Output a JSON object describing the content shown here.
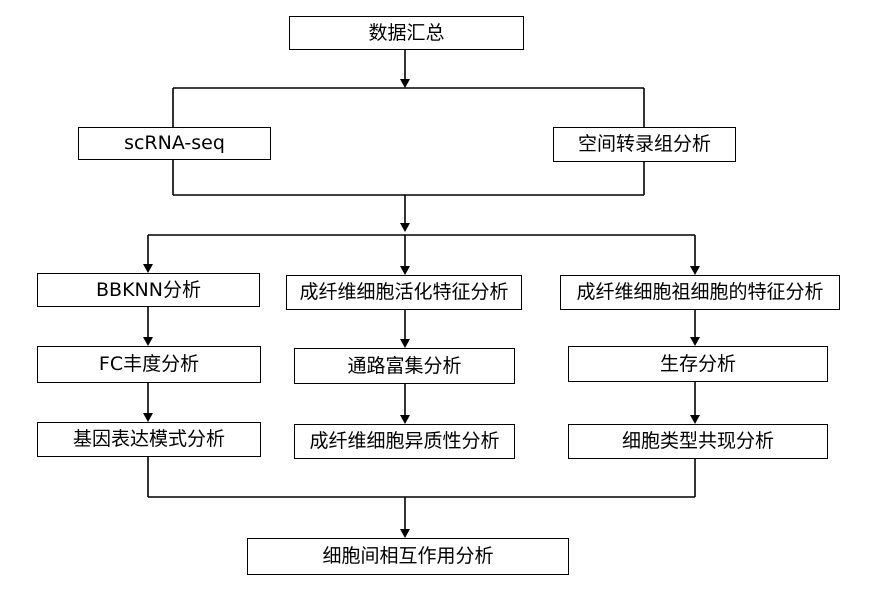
{
  "nodes": {
    "summary": "数据汇总",
    "scrna": "scRNA-seq",
    "spatial": "空间转录组分析",
    "bbknn": "BBKNN分析",
    "fc": "FC丰度分析",
    "expr": "基因表达模式分析",
    "activation": "成纤维细胞活化特征分析",
    "pathway": "通路富集分析",
    "heterogeneity": "成纤维细胞异质性分析",
    "progenitor": "成纤维细胞祖细胞的特征分析",
    "survival": "生存分析",
    "cooccur": "细胞类型共现分析",
    "interaction": "细胞间相互作用分析"
  },
  "colors": {
    "line": "#000000",
    "box_border": "#000000",
    "background": "#ffffff"
  }
}
